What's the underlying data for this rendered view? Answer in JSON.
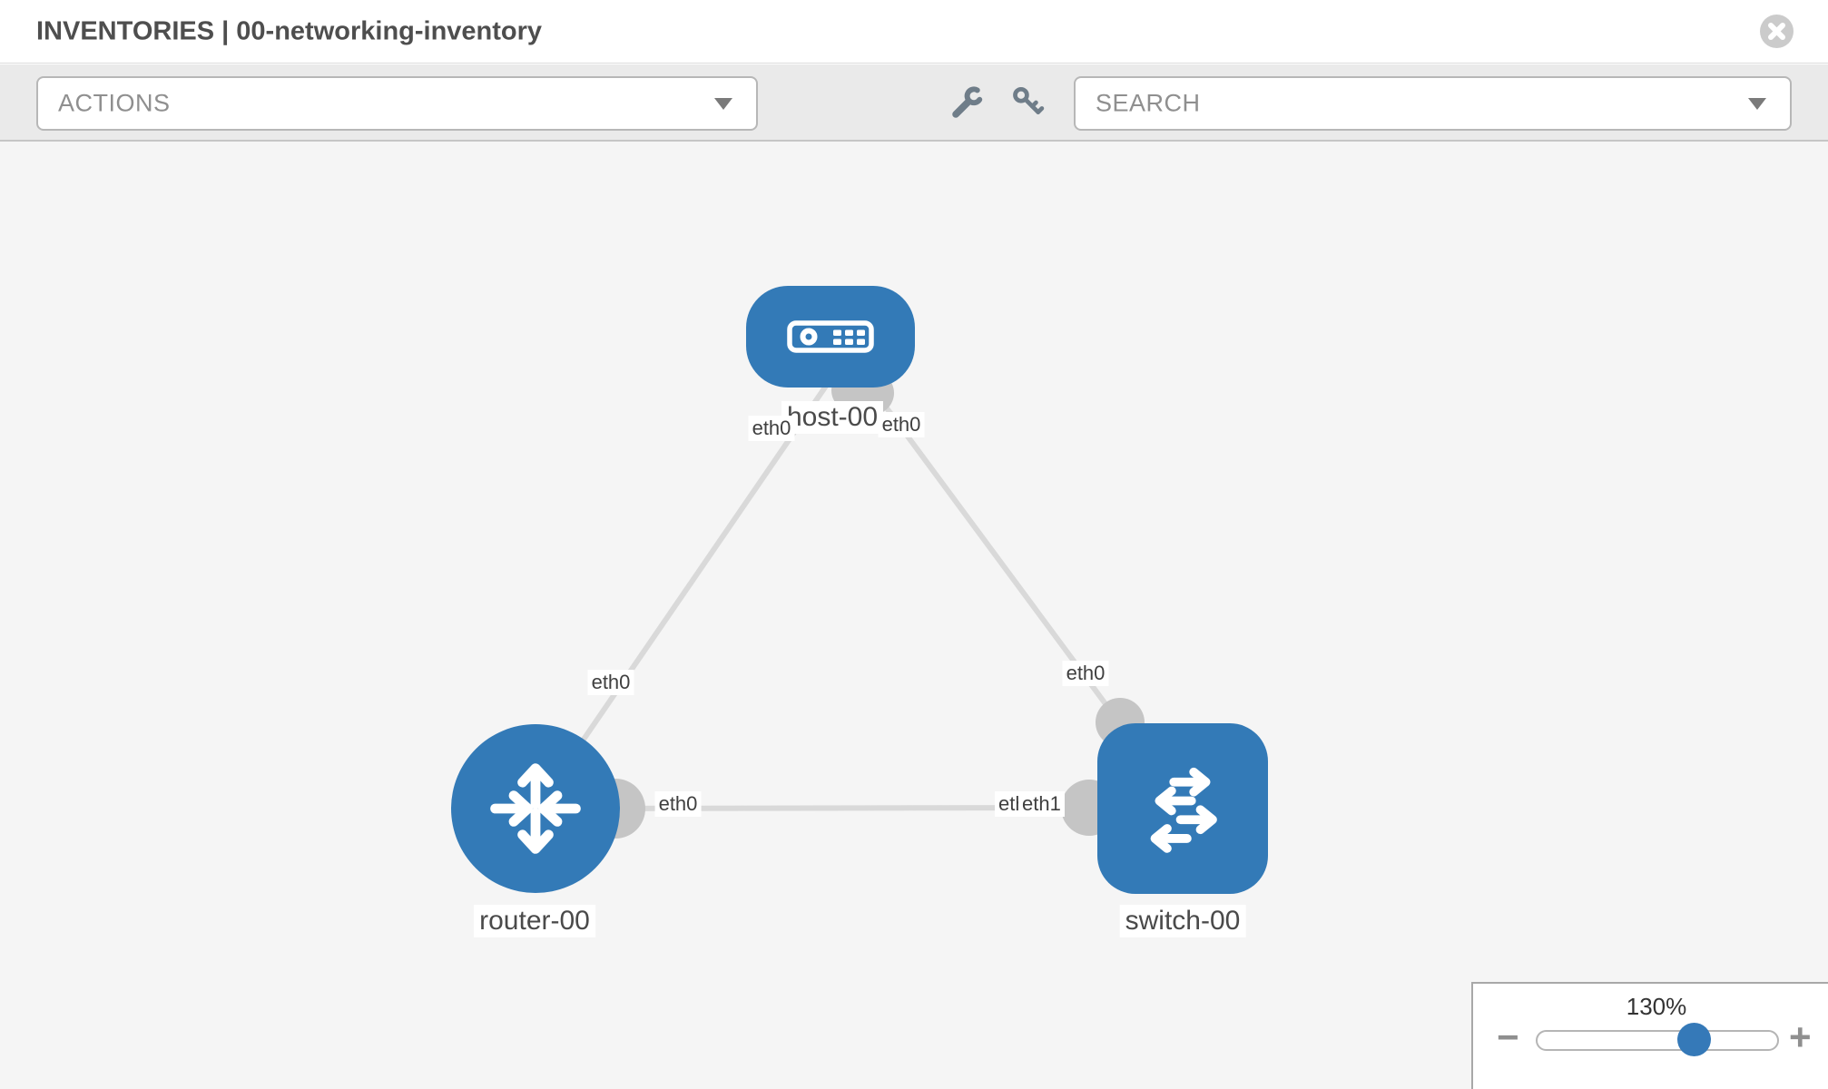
{
  "header": {
    "title": "INVENTORIES | 00-networking-inventory"
  },
  "toolbar": {
    "actions_label": "ACTIONS",
    "search_placeholder": "SEARCH"
  },
  "topology": {
    "nodes": {
      "host": {
        "label": "host-00",
        "type": "host"
      },
      "router": {
        "label": "router-00",
        "type": "router"
      },
      "switch": {
        "label": "switch-00",
        "type": "switch"
      }
    },
    "interfaces": {
      "host_eth_left": "eth0",
      "host_eth_right": "eth0",
      "router_host_link": "eth0",
      "switch_host_link": "eth0",
      "router_switch_link": "eth0",
      "switch_router_link_under": "eth0",
      "switch_router_link": "eth1"
    },
    "links": [
      {
        "from": "router-00",
        "to": "host-00"
      },
      {
        "from": "host-00",
        "to": "switch-00"
      },
      {
        "from": "router-00",
        "to": "switch-00"
      }
    ]
  },
  "zoom_control": {
    "value": "130%",
    "minus_label": "−",
    "plus_label": "+"
  },
  "colors": {
    "node_blue": "#337ab7",
    "link_gray": "#d9d9d9",
    "port_gray": "#c5c5c5",
    "canvas_bg": "#f5f5f5",
    "toolbar_bg": "#eaeaea"
  }
}
